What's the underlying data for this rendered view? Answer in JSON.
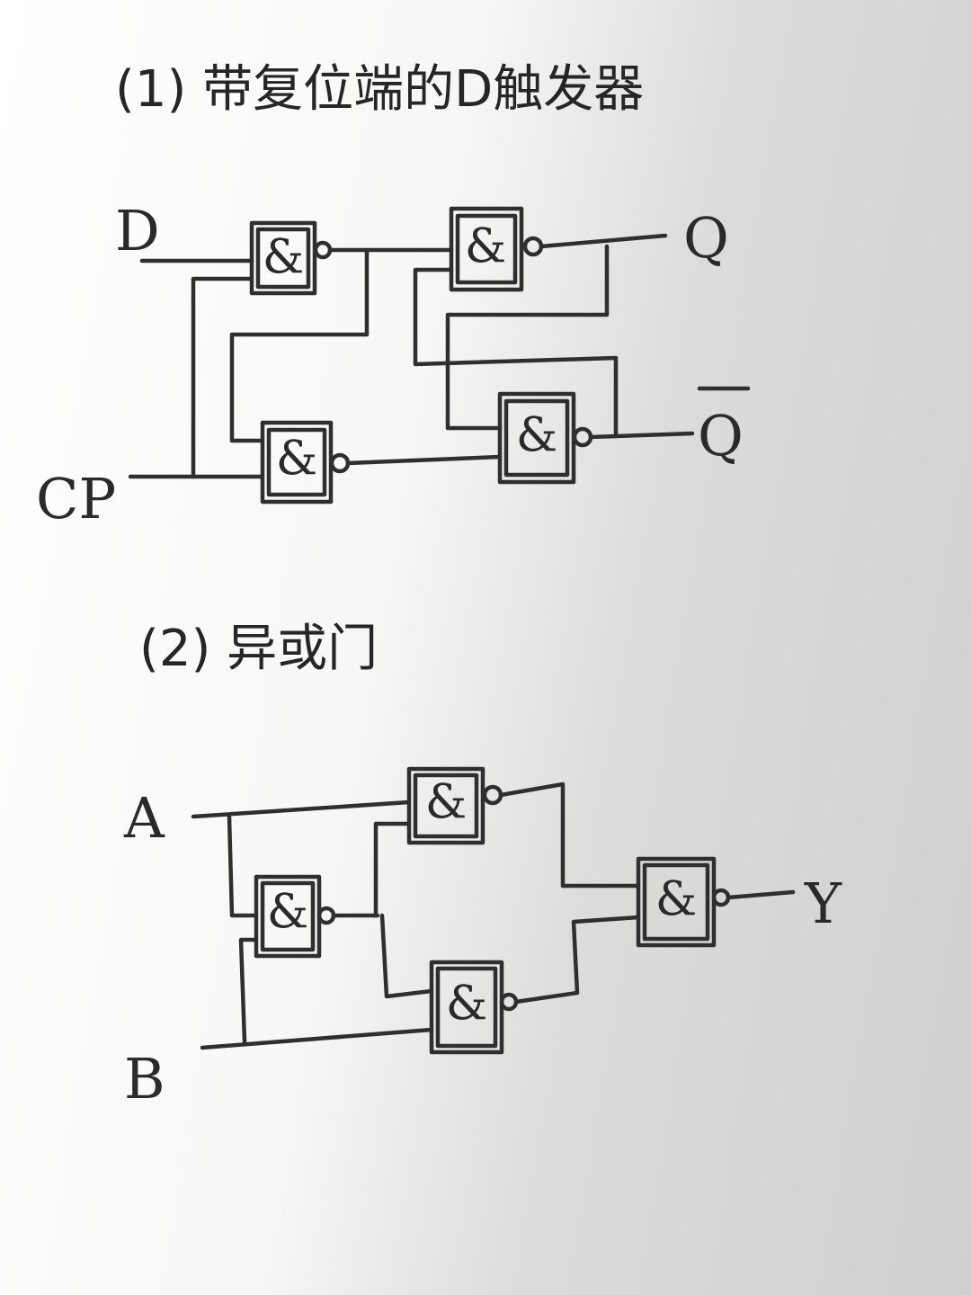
{
  "section1": {
    "title": "(1) 带复位端的D触发器",
    "gate_symbol": "&",
    "inputs": {
      "d": "D",
      "cp": "CP"
    },
    "outputs": {
      "q": "Q",
      "q_bar": "Q"
    }
  },
  "section2": {
    "title": "(2) 异或门",
    "gate_symbol": "&",
    "inputs": {
      "a": "A",
      "b": "B"
    },
    "outputs": {
      "y": "Y"
    }
  },
  "colors": {
    "ink": "#2f2f2f",
    "paper": "#f7f7f6"
  }
}
